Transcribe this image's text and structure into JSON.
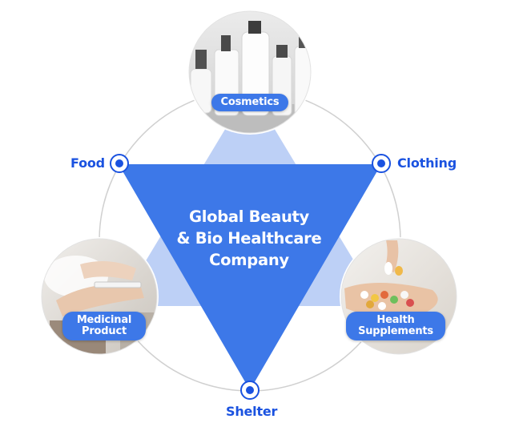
{
  "diagram": {
    "center_title": "Global Beauty\n& Bio Healthcare\nCompany",
    "photos": [
      {
        "id": "cosmetics",
        "label": "Cosmetics",
        "image_icon": "cosmetics-bottles-photo"
      },
      {
        "id": "medicinal",
        "label": "Medicinal\nProduct",
        "image_icon": "hands-syringe-photo"
      },
      {
        "id": "supplements",
        "label": "Health\nSupplements",
        "image_icon": "hand-pills-photo"
      }
    ],
    "nodes": [
      {
        "id": "food",
        "label": "Food"
      },
      {
        "id": "clothing",
        "label": "Clothing"
      },
      {
        "id": "shelter",
        "label": "Shelter"
      }
    ],
    "colors": {
      "primary": "#3d78e8",
      "primary_dark": "#1a52e0",
      "triangle_light": "#b9cdf5",
      "ring": "#d0d0d0",
      "text_blue": "#1a52e0"
    }
  }
}
